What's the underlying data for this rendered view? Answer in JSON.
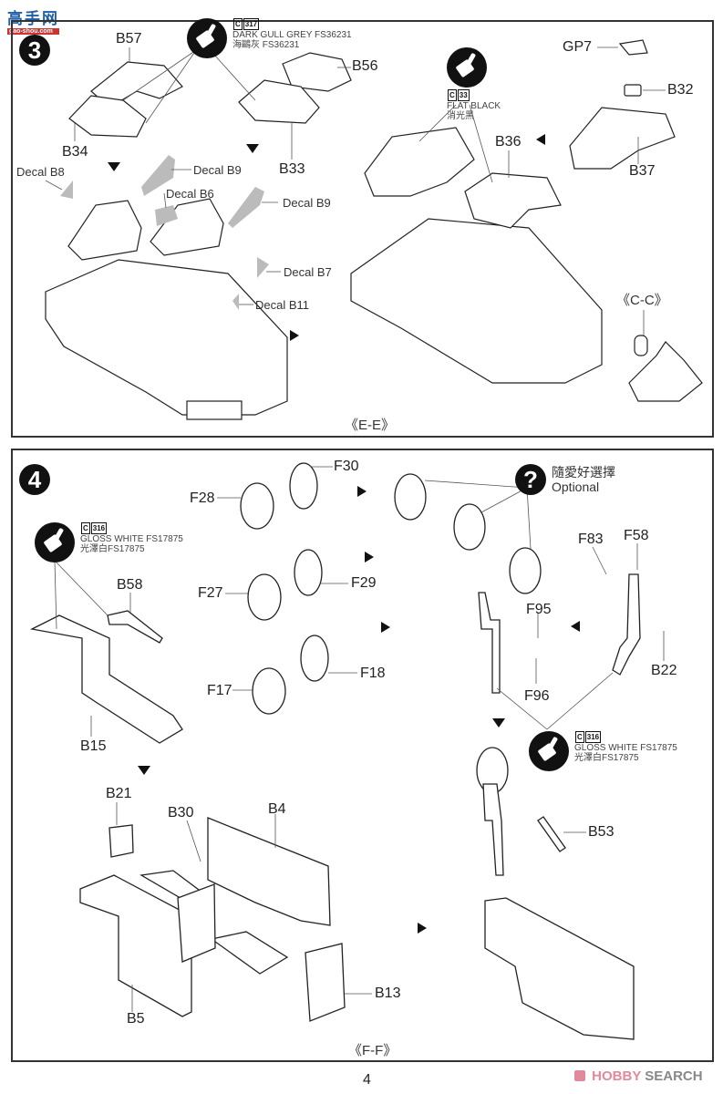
{
  "watermark": {
    "site_name": "高手网",
    "site_url": "gao-shou.com"
  },
  "step3": {
    "number": "3",
    "paints": [
      {
        "code": "C",
        "code_num": "317",
        "name_en": "DARK GULL GREY FS36231",
        "name_zh": "海鷗灰 FS36231"
      },
      {
        "code": "C",
        "code_num": "33",
        "name_en": "FLAT BLACK",
        "name_zh": "消光黑"
      }
    ],
    "parts": [
      "B57",
      "B56",
      "B34",
      "B33",
      "GP7",
      "B32",
      "B36",
      "B37"
    ],
    "decals": [
      "Decal B8",
      "Decal B9",
      "Decal B6",
      "Decal B9",
      "Decal B7",
      "Decal B11"
    ],
    "section_labels": [
      "《C-C》",
      "《E-E》"
    ]
  },
  "step4": {
    "number": "4",
    "optional": {
      "symbol": "?",
      "zh": "隨愛好選擇",
      "en": "Optional"
    },
    "paints": [
      {
        "code": "C",
        "code_num": "316",
        "name_en": "GLOSS WHITE FS17875",
        "name_zh": "光澤白FS17875"
      },
      {
        "code": "C",
        "code_num": "316",
        "name_en": "GLOSS WHITE FS17875",
        "name_zh": "光澤白FS17875"
      }
    ],
    "parts": [
      "F30",
      "F28",
      "F27",
      "F29",
      "F17",
      "F18",
      "B58",
      "B15",
      "F83",
      "F58",
      "F95",
      "F96",
      "B22",
      "B21",
      "B30",
      "B4",
      "B53",
      "B13",
      "B5"
    ],
    "section_label": "《F-F》"
  },
  "footer": {
    "page_number": "4",
    "brand_left": "HOBBY",
    "brand_right": "SEARCH",
    "brand_icon": "hobby-search-logo-icon"
  }
}
